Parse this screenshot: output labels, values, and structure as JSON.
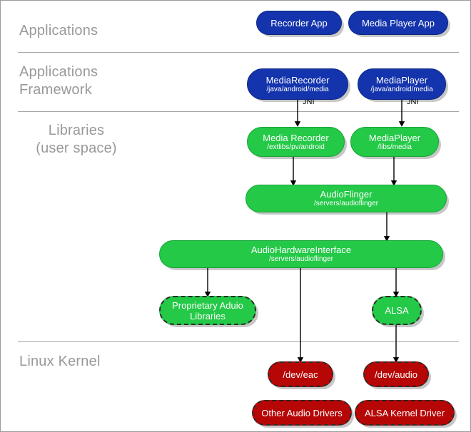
{
  "layers": [
    {
      "id": "applications",
      "label": "Applications"
    },
    {
      "id": "framework",
      "label": "Applications\nFramework"
    },
    {
      "id": "libraries",
      "label": "Libraries\n(user space)"
    },
    {
      "id": "kernel",
      "label": "Linux Kernel"
    }
  ],
  "colors": {
    "blue": "#1434ad",
    "green": "#23c947",
    "red": "#b60606",
    "label_gray": "#999999",
    "divider_gray": "#a6a6a6",
    "arrow_black": "#000000"
  },
  "nodes": {
    "recorder_app": {
      "title": "Recorder App",
      "sub": ""
    },
    "media_player_app": {
      "title": "Media Player App",
      "sub": ""
    },
    "media_recorder_fw": {
      "title": "MediaRecorder",
      "sub": "/java/android/media"
    },
    "media_player_fw": {
      "title": "MediaPlayer",
      "sub": "/java/android/media"
    },
    "media_recorder_lib": {
      "title": "Media Recorder",
      "sub": "/extlibs/pv/android"
    },
    "media_player_lib": {
      "title": "MediaPlayer",
      "sub": "/libs/media"
    },
    "audio_flinger": {
      "title": "AudioFlinger",
      "sub": "/servers/audioflinger"
    },
    "audio_hw_interface": {
      "title": "AudioHardwareInterface",
      "sub": "/servers/audioflinger"
    },
    "proprietary_audio": {
      "title": "Proprietary Aduio",
      "sub": "Libraries"
    },
    "alsa": {
      "title": "ALSA",
      "sub": ""
    },
    "dev_eac": {
      "title": "/dev/eac",
      "sub": ""
    },
    "dev_audio": {
      "title": "/dev/audio",
      "sub": ""
    },
    "other_audio_drivers": {
      "title": "Other Audio Drivers",
      "sub": ""
    },
    "alsa_kernel_driver": {
      "title": "ALSA Kernel Driver",
      "sub": ""
    }
  },
  "edge_labels": {
    "jni_left": "JNI",
    "jni_right": "JNI"
  }
}
